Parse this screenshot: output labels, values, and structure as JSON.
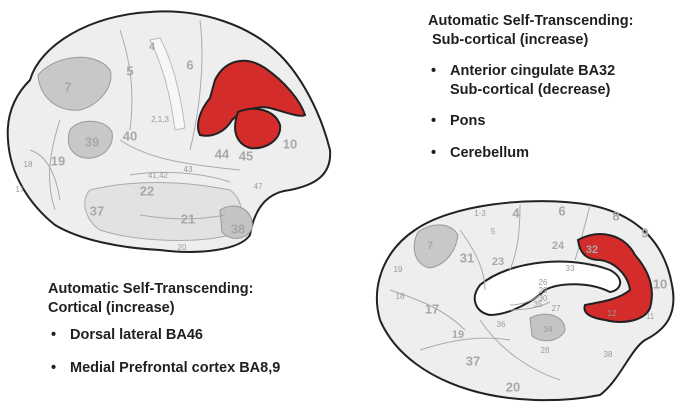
{
  "lateral_brain": {
    "regions": [
      "4",
      "5",
      "6",
      "7",
      "2,1,3",
      "39",
      "40",
      "44",
      "45",
      "10",
      "18",
      "19",
      "17",
      "22",
      "41,42",
      "43",
      "21",
      "37",
      "38",
      "20",
      "47"
    ],
    "highlight_color": "#d42b2b"
  },
  "medial_brain": {
    "regions": [
      "4",
      "1-3",
      "5",
      "6",
      "8",
      "9",
      "7",
      "24",
      "31",
      "23",
      "32",
      "26",
      "29",
      "30",
      "33",
      "35",
      "27",
      "10",
      "19",
      "18",
      "17",
      "36",
      "34",
      "12",
      "11",
      "28",
      "19",
      "38",
      "37",
      "20"
    ],
    "highlight_color": "#d42b2b"
  },
  "subcortical_text": {
    "heading_line1": "Automatic Self-Transcending:",
    "heading_line2": "Sub-cortical (increase)",
    "bullets": [
      {
        "line1": "Anterior cingulate BA32",
        "line2": "Sub-cortical (decrease)"
      },
      {
        "line1": "Pons"
      },
      {
        "line1": "Cerebellum"
      }
    ]
  },
  "cortical_text": {
    "heading_line1": "Automatic Self-Transcending:",
    "heading_line2": "Cortical (increase)",
    "bullets": [
      "Dorsal lateral BA46",
      "Medial Prefrontal cortex BA8,9"
    ]
  }
}
